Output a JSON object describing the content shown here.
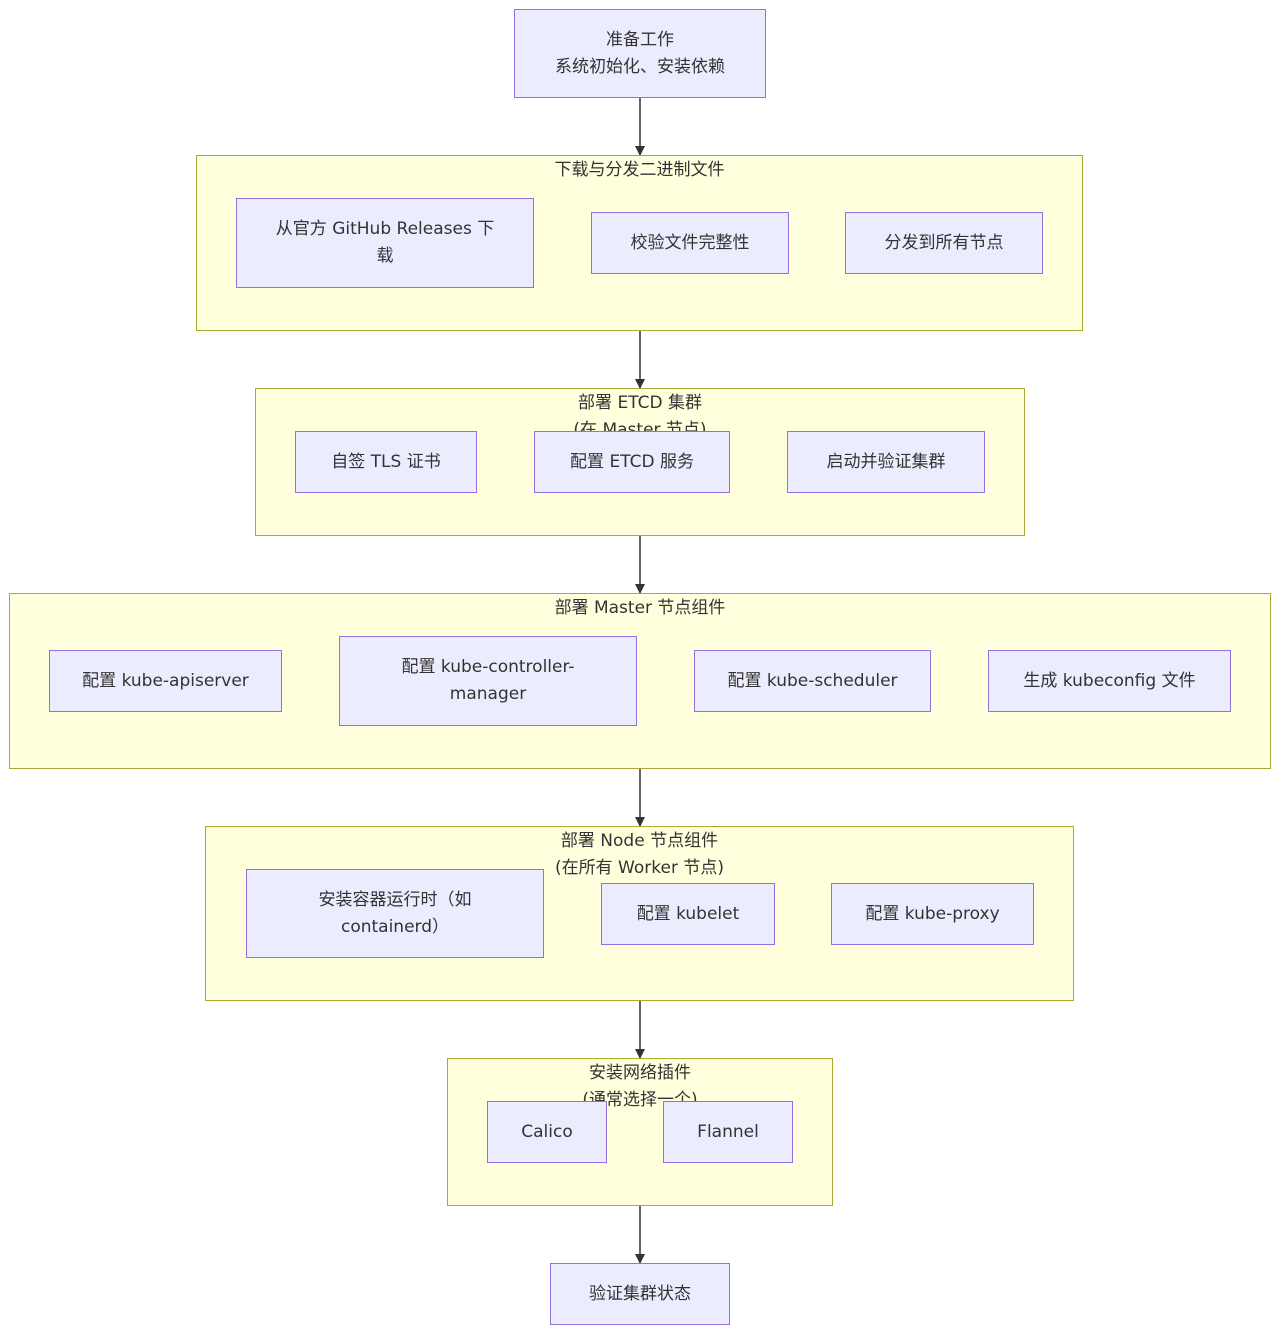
{
  "diagram": {
    "start": {
      "label": "准备工作\n系统初始化、安装依赖"
    },
    "download": {
      "title": "下载与分发二进制文件",
      "nodes": [
        {
          "label": "从官方 GitHub Releases 下\n载"
        },
        {
          "label": "校验文件完整性"
        },
        {
          "label": "分发到所有节点"
        }
      ]
    },
    "etcd": {
      "title": "部署 ETCD 集群\n(在 Master 节点)",
      "nodes": [
        {
          "label": "自签 TLS 证书"
        },
        {
          "label": "配置 ETCD 服务"
        },
        {
          "label": "启动并验证集群"
        }
      ]
    },
    "master": {
      "title": "部署 Master 节点组件",
      "nodes": [
        {
          "label": "配置 kube-apiserver"
        },
        {
          "label": "配置 kube-controller-\nmanager"
        },
        {
          "label": "配置 kube-scheduler"
        },
        {
          "label": "生成 kubeconfig 文件"
        }
      ]
    },
    "node": {
      "title": "部署 Node 节点组件\n(在所有 Worker 节点)",
      "nodes": [
        {
          "label": "安装容器运行时（如\ncontainerd）"
        },
        {
          "label": "配置 kubelet"
        },
        {
          "label": "配置 kube-proxy"
        }
      ]
    },
    "network": {
      "title": "安装网络插件\n(通常选择一个)",
      "nodes": [
        {
          "label": "Calico"
        },
        {
          "label": "Flannel"
        }
      ]
    },
    "end": {
      "label": "验证集群状态"
    }
  },
  "colors": {
    "node_fill": "#ececff",
    "node_border": "#9370db",
    "cluster_fill": "#ffffde",
    "cluster_border": "#aaaa33",
    "edge": "#333333",
    "text": "#333333"
  }
}
